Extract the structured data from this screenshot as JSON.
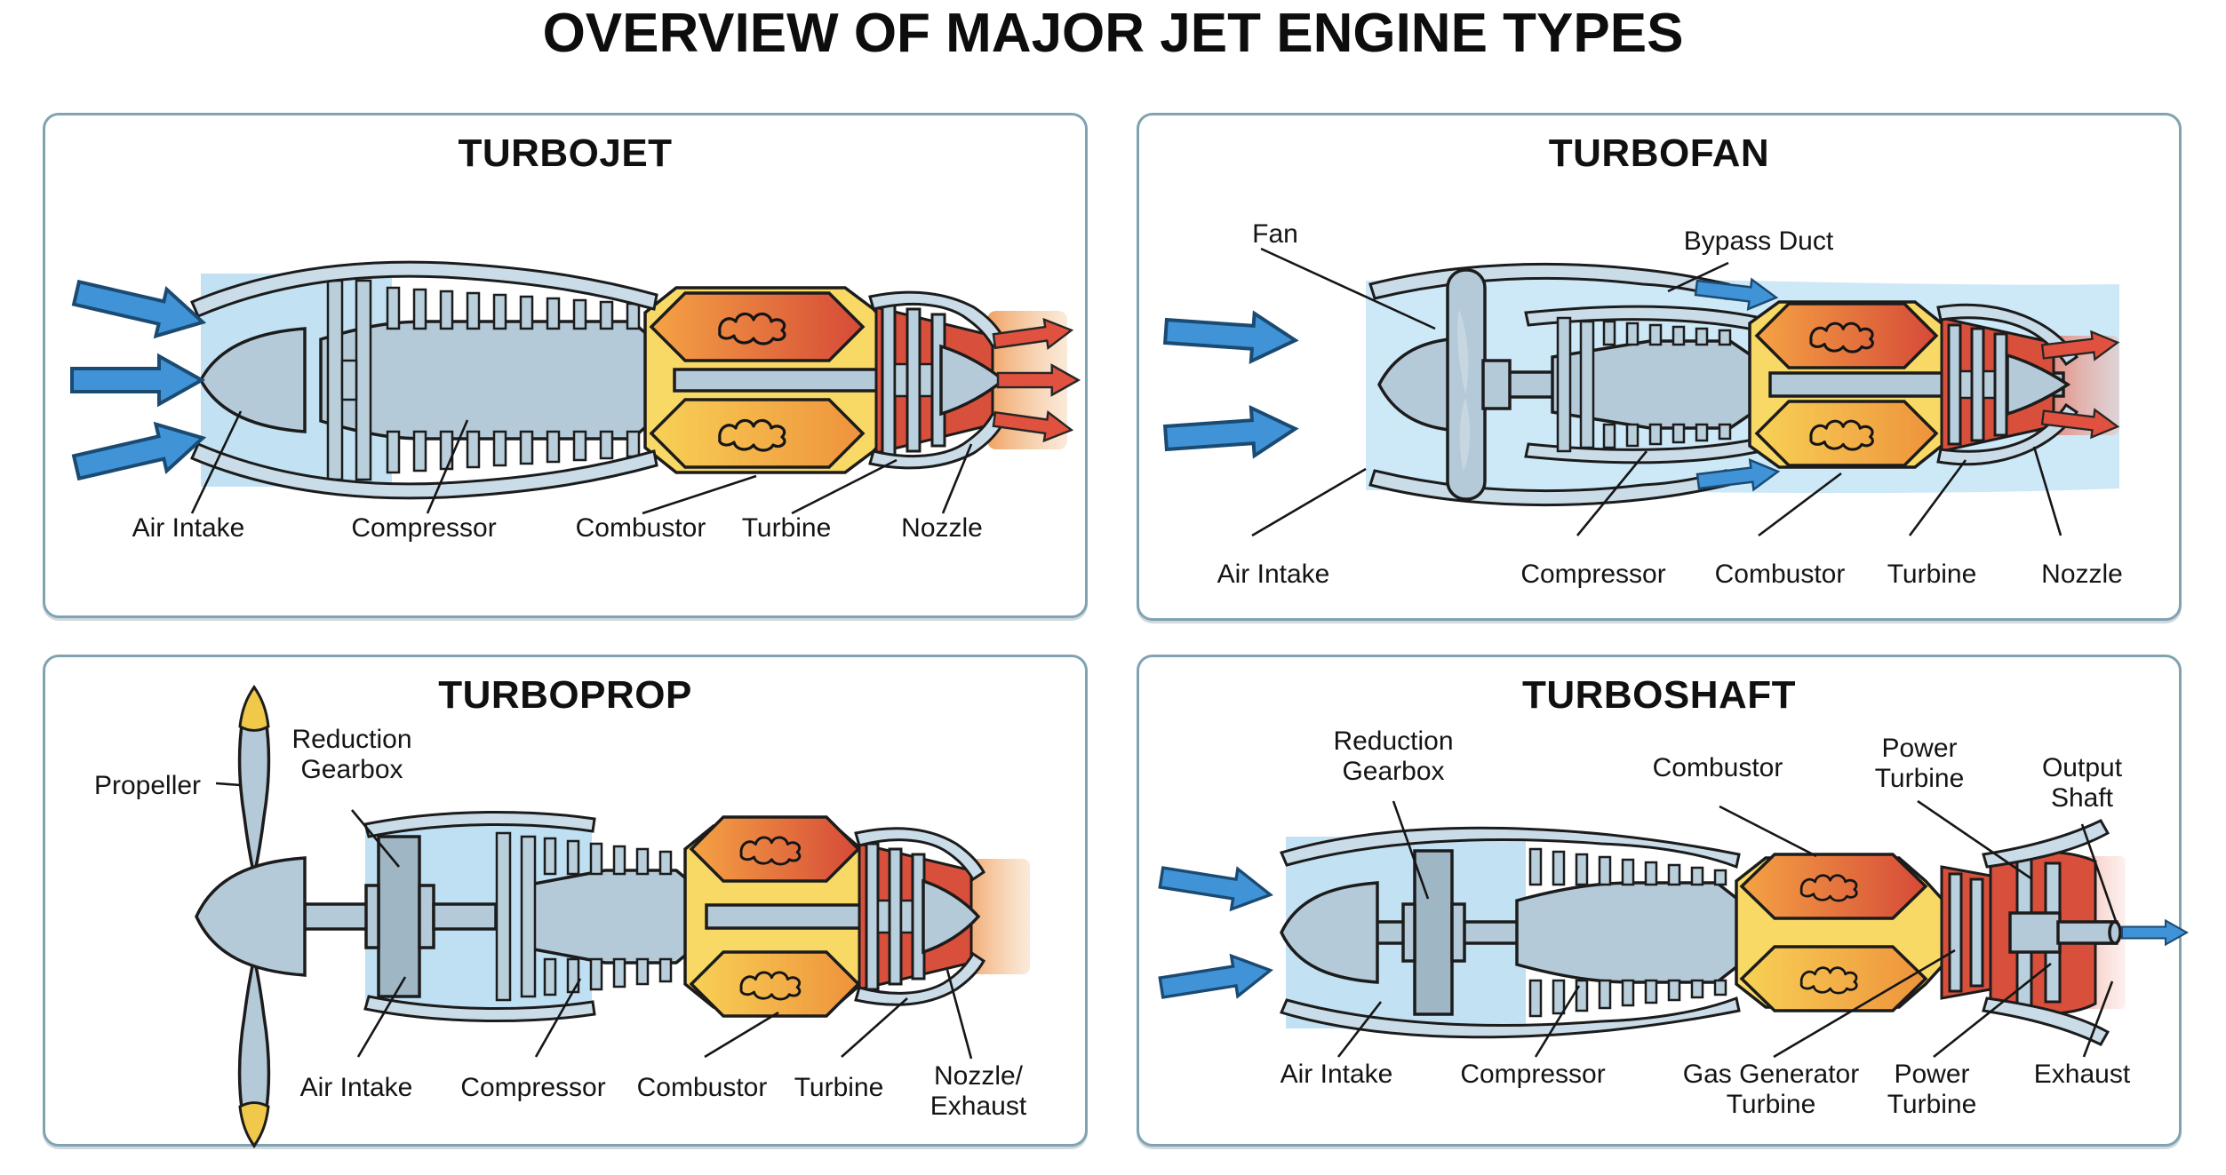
{
  "page": {
    "title": "OVERVIEW OF MAJOR JET ENGINE TYPES"
  },
  "panels": {
    "turbojet": {
      "title": "TURBOJET",
      "labels": {
        "air_intake": "Air Intake",
        "compressor": "Compressor",
        "combustor": "Combustor",
        "turbine": "Turbine",
        "nozzle": "Nozzle"
      }
    },
    "turbofan": {
      "title": "TURBOFAN",
      "labels": {
        "fan": "Fan",
        "bypass_duct": "Bypass Duct",
        "air_intake": "Air Intake",
        "compressor": "Compressor",
        "combustor": "Combustor",
        "turbine": "Turbine",
        "nozzle": "Nozzle"
      }
    },
    "turboprop": {
      "title": "TURBOPROP",
      "labels": {
        "propeller": "Propeller",
        "reduction_gearbox": "Reduction\nGearbox",
        "air_intake": "Air Intake",
        "compressor": "Compressor",
        "combustor": "Combustor",
        "turbine": "Turbine",
        "nozzle_exhaust": "Nozzle/\nExhaust"
      }
    },
    "turboshaft": {
      "title": "TURBOSHAFT",
      "labels": {
        "reduction_gearbox": "Reduction\nGearbox",
        "combustor": "Combustor",
        "power_turbine_top": "Power\nTurbine",
        "output_shaft": "Output\nShaft",
        "air_intake": "Air Intake",
        "compressor": "Compressor",
        "gas_generator_turbine": "Gas Generator\nTurbine",
        "power_turbine_bottom": "Power\nTurbine",
        "exhaust": "Exhaust"
      }
    }
  },
  "colors": {
    "panel_border": "#7fa3b0",
    "intake_air_blue": "#c2e1f3",
    "bypass_air_blue": "#cde8f7",
    "metal_gray": "#b5cad8",
    "combustor_yellow": "#f8d966",
    "flame_hot_red": "#d64a38",
    "flame_orange": "#f5a344",
    "turbine_red": "#d8503c",
    "airflow_arrow_blue": "#3f93d6",
    "exhaust_arrow_red": "#e0523f",
    "exhaust_plume_orange": "#f0a263",
    "exhaust_plume_pink": "#e2705c"
  }
}
